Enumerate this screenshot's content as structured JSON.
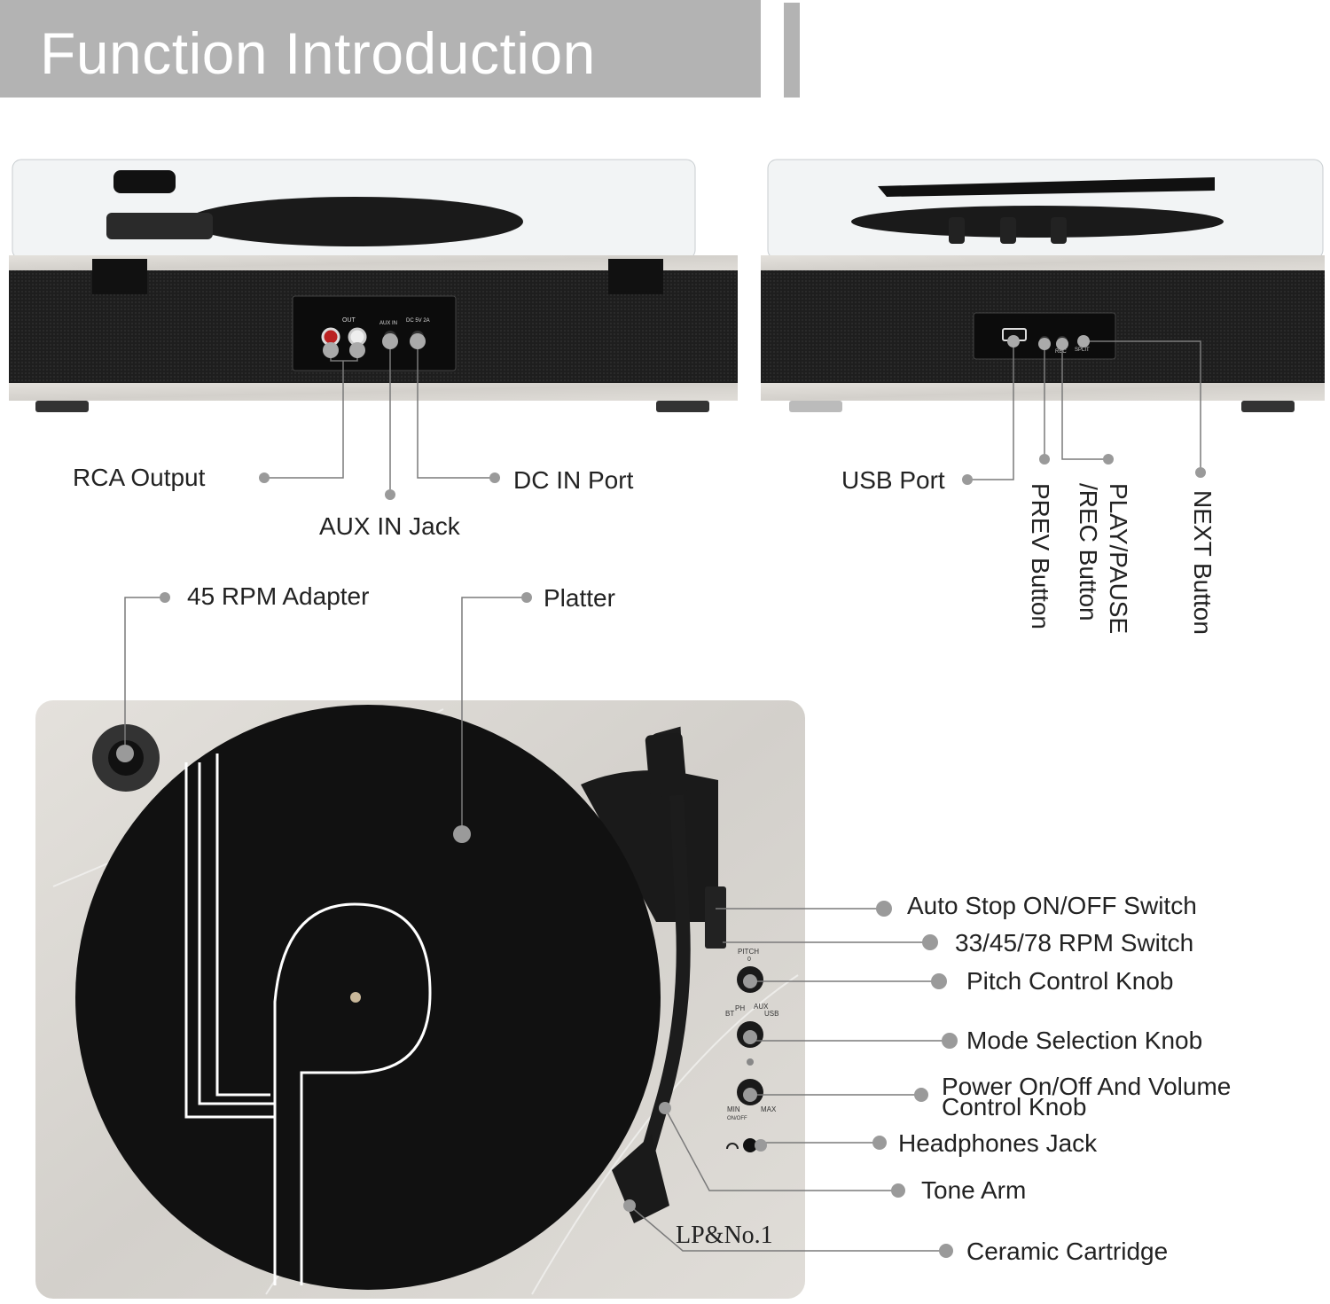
{
  "header": {
    "title": "Function Introduction"
  },
  "back_panel": {
    "jack_labels": {
      "out": "OUT",
      "aux_in": "AUX IN",
      "dc": "DC 5V 2A"
    },
    "callouts": {
      "rca_output": "RCA Output",
      "aux_in_jack": "AUX IN Jack",
      "dc_in_port": "DC IN Port"
    }
  },
  "front_panel": {
    "button_labels": {
      "rec": "REC",
      "split": "SPLIT"
    },
    "callouts": {
      "usb_port": "USB Port",
      "prev_button": "PREV Button",
      "play_pause_line1": "PLAY/PAUSE",
      "play_pause_line2": "/REC Button",
      "next_button": "NEXT Button"
    }
  },
  "top_view": {
    "brand": "LP&No.1",
    "panel_labels": {
      "pitch": "PITCH",
      "pitch_zero": "0",
      "bt": "BT",
      "ph": "PH",
      "aux": "AUX",
      "usb": "USB",
      "min": "MIN",
      "max": "MAX",
      "on_off": "ON/OFF"
    },
    "callouts": {
      "adapter_45": "45 RPM Adapter",
      "platter": "Platter",
      "auto_stop": "Auto Stop ON/OFF Switch",
      "rpm_switch": "33/45/78 RPM Switch",
      "pitch_knob": "Pitch Control Knob",
      "mode_knob": "Mode Selection Knob",
      "power_line1": "Power On/Off And Volume",
      "power_line2": "Control Knob",
      "headphones": "Headphones Jack",
      "tone_arm": "Tone Arm",
      "cartridge": "Ceramic Cartridge"
    }
  },
  "colors": {
    "header": "#b3b3b3",
    "leader": "#7a7a7a",
    "dot": "#9a9a9a",
    "marble": "#dcd9d4",
    "speaker": "#222222"
  }
}
